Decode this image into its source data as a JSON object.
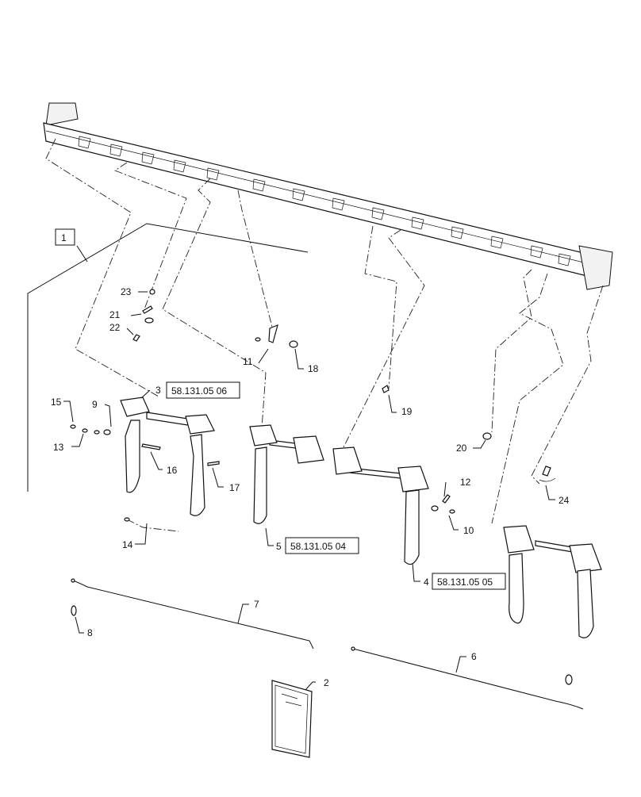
{
  "callouts": {
    "c1": "1",
    "c2": "2",
    "c3": "3",
    "c4": "4",
    "c5": "5",
    "c6": "6",
    "c7": "7",
    "c8": "8",
    "c9": "9",
    "c10": "10",
    "c11": "11",
    "c12": "12",
    "c13": "13",
    "c14": "14",
    "c15": "15",
    "c16": "16",
    "c17": "17",
    "c18": "18",
    "c19": "19",
    "c20": "20",
    "c21": "21",
    "c22": "22",
    "c23": "23",
    "c24": "24"
  },
  "references": {
    "r3": "58.131.05 06",
    "r5": "58.131.05 04",
    "r4": "58.131.05 05"
  }
}
